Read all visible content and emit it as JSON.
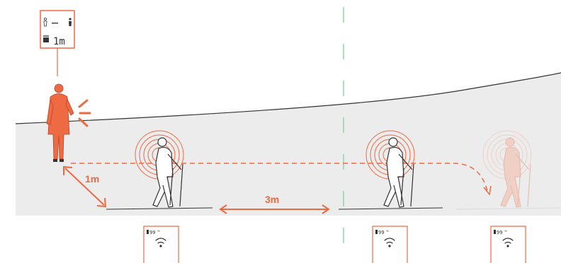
{
  "colors": {
    "accent": "#ee6a43",
    "faded_accent": "#f4b9a6",
    "guide_line": "#8fd3b0",
    "ground": "#ececec",
    "ink": "#333333"
  },
  "display": {
    "person_icon": "standing-person-icon",
    "separator": "▬▬▬",
    "distance": "1m"
  },
  "labels": {
    "distance_to_first": "1m",
    "spacing": "3m"
  },
  "devices": [
    {
      "battery": "99",
      "unit": "%",
      "icon": "wifi-icon"
    },
    {
      "battery": "99",
      "unit": "%",
      "icon": "wifi-icon"
    },
    {
      "battery": "99",
      "unit": "%",
      "icon": "wifi-icon"
    }
  ]
}
